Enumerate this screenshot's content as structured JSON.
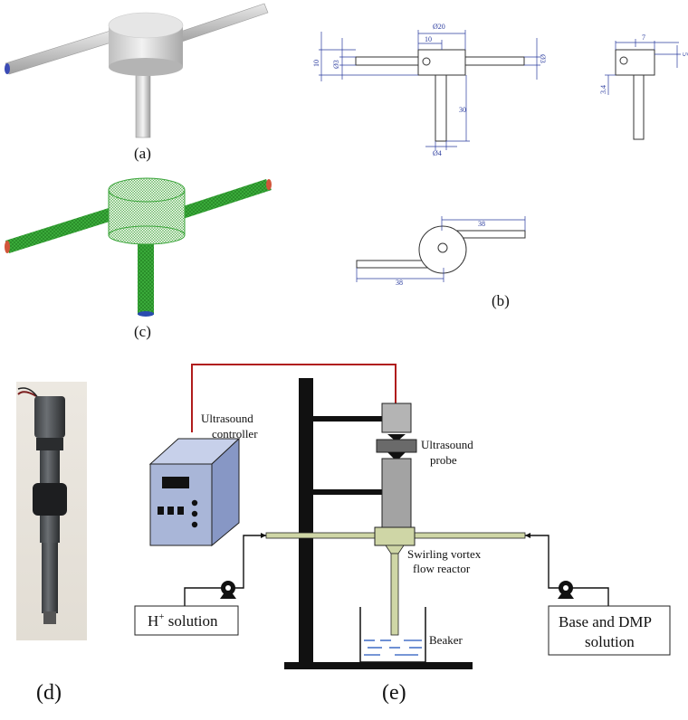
{
  "panels": {
    "a": "(a)",
    "b": "(b)",
    "c": "(c)",
    "d": "(d)",
    "e": "(e)"
  },
  "dimensions": {
    "d20": "Ø20",
    "d3_left": "Ø3",
    "d3_right": "Ø3",
    "ten_h": "10",
    "ten_v": "10",
    "thirty": "30",
    "d4": "Ø4",
    "seven": "7",
    "five": "5",
    "three4": "3.4",
    "thirty8_top": "38",
    "thirty8_bottom": "38"
  },
  "schematic": {
    "controller_label_1": "Ultrasound",
    "controller_label_2": "controller",
    "probe_label_1": "Ultrasound",
    "probe_label_2": "probe",
    "reactor_label_1": "Swirling vortex",
    "reactor_label_2": "flow reactor",
    "beaker_label": "Beaker",
    "h_solution_base": "H",
    "h_solution_sup": "+",
    "h_solution_rest": " solution",
    "base_solution_1": "Base and DMP",
    "base_solution_2": "solution"
  },
  "colors": {
    "dimension_blue": "#2a3b9e",
    "wire_red": "#b01c1c",
    "controller_blue": "#a9b6d8",
    "tube_green": "#cfd6a6",
    "mesh_green": "#2fa82f"
  }
}
